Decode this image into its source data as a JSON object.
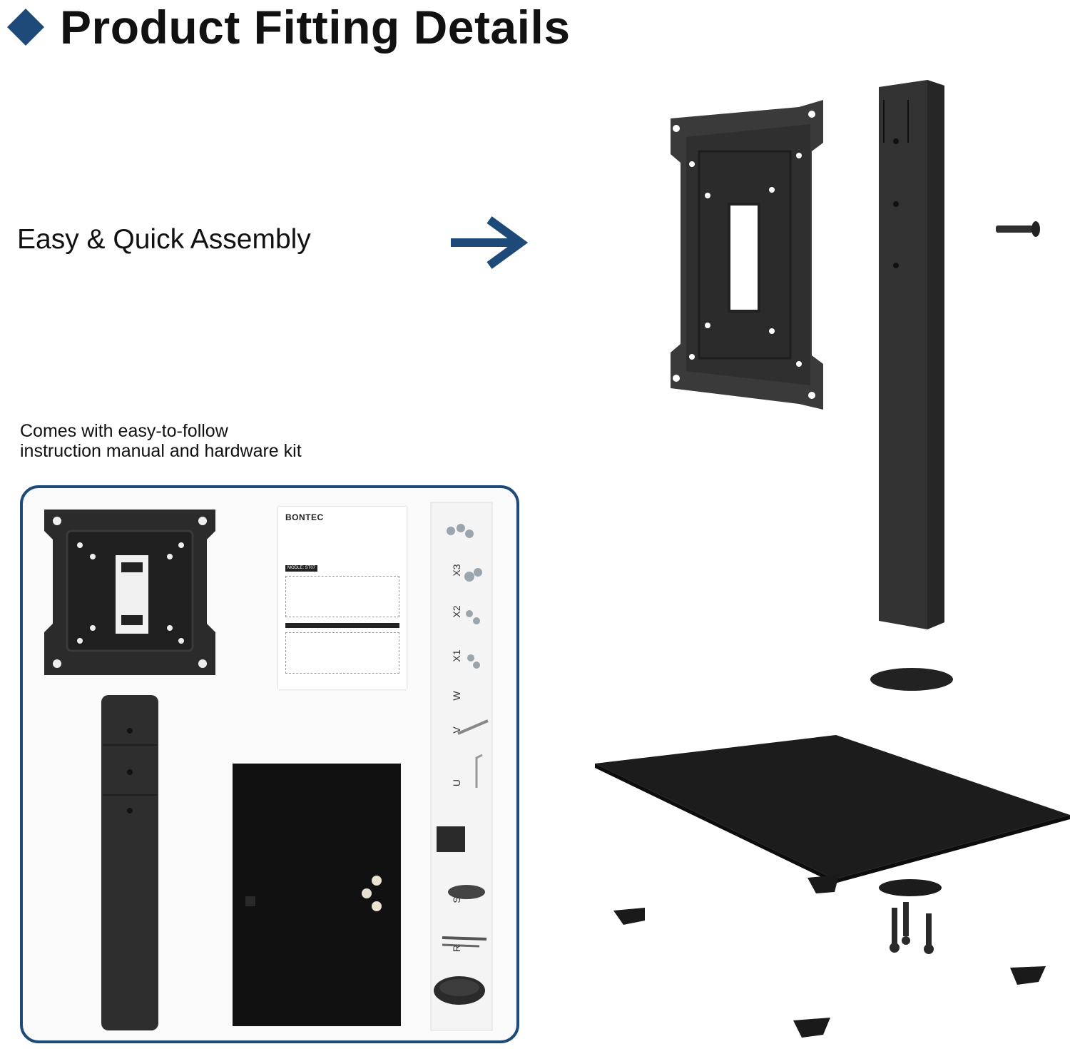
{
  "header": {
    "title": "Product Fitting Details",
    "accent_color": "#1d4a78",
    "icon": "diamond-icon"
  },
  "assembly": {
    "label": "Easy & Quick Assembly",
    "arrow_icon": "arrow-right-icon"
  },
  "kit": {
    "description_line1": "Comes with easy-to-follow",
    "description_line2": "instruction manual and hardware kit",
    "manual": {
      "brand": "BONTEC",
      "model": "MODLE: ST07"
    },
    "hardware_tags": [
      "X3",
      "X2",
      "X1",
      "W",
      "V",
      "U",
      "S",
      "R"
    ]
  }
}
